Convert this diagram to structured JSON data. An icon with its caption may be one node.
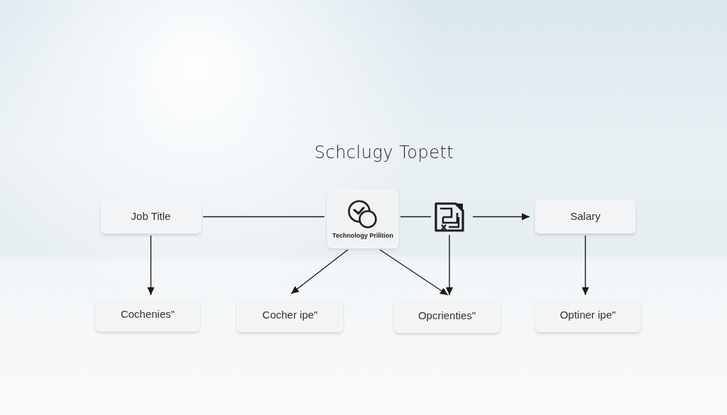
{
  "diagram": {
    "title": "Schclugy Topett",
    "nodes": [
      {
        "text": [
          "Job Title"
        ]
      },
      {
        "text": [
          "Technology Prilition"
        ]
      },
      {
        "text": [],
        "shape": "picture"
      },
      {
        "text": [
          "Salary"
        ]
      },
      {
        "text": [
          "Cochenies\""
        ]
      },
      {
        "text": [
          "Cocher ipe\""
        ]
      },
      {
        "text": [
          "Opcrienties\""
        ]
      },
      {
        "text": [
          "Optiner ipe\""
        ]
      }
    ],
    "edges": [
      {
        "from": 0,
        "to": 1,
        "arrow": "none"
      },
      {
        "from": 1,
        "to": 2,
        "arrow": "none"
      },
      {
        "from": 2,
        "to": 3,
        "arrow": "to"
      },
      {
        "from": 0,
        "to": 4,
        "arrow": "to"
      },
      {
        "from": 1,
        "to": 5,
        "arrow": "to"
      },
      {
        "from": 1,
        "to": 6,
        "arrow": "to"
      },
      {
        "from": 2,
        "to": 6,
        "arrow": "to"
      },
      {
        "from": 3,
        "to": 7,
        "arrow": "to"
      }
    ]
  }
}
